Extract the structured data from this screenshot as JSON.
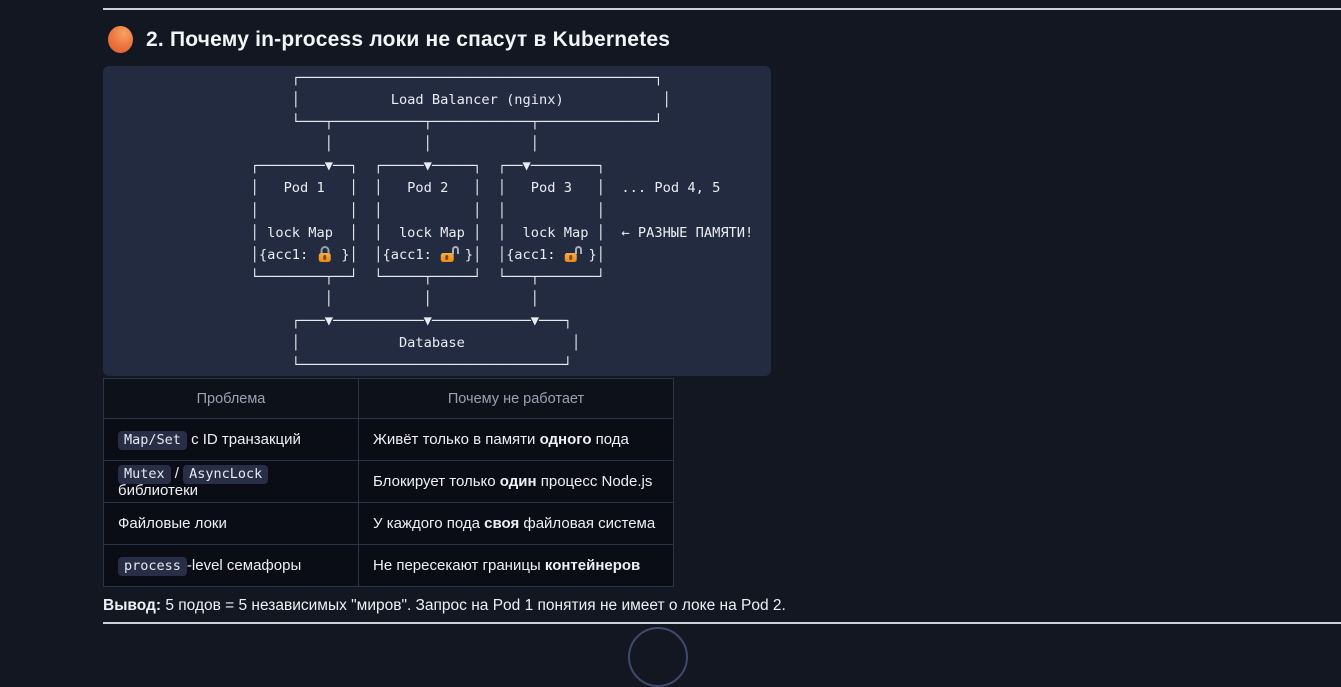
{
  "header": {
    "bullet_icon": "orange-circle",
    "title": "2. Почему in-process локи не спасут в Kubernetes"
  },
  "diagram": {
    "lines": [
      "                    ┌───────────────────────────────────────────┐",
      "                    │           Load Balancer (nginx)            │",
      "                    └───┬───────────┬────────────┬──────────────┘",
      "                        │           │            │",
      "               ┌────────▼──┐  ┌─────▼─────┐  ┌──▼────────┐",
      "               │   Pod 1   │  │   Pod 2   │  │   Pod 3   │  ... Pod 4, 5",
      "               │           │  │           │  │           │",
      "               │ lock Map  │  │  lock Map │  │  lock Map │  ← РАЗНЫЕ ПАМЯТИ!",
      "               │{acc1: 🔒 }│  │{acc1: 🔓 }│  │{acc1: 🔓 }│",
      "               └────────┬──┘  └─────┬─────┘  └───┬───────┘",
      "                        │           │            │",
      "                    ┌───▼───────────▼────────────▼───┐",
      "                    │            Database             │",
      "                    └────────────────────────────────┘"
    ],
    "lock_icons": {
      "closed": "lock-closed-icon",
      "open": "lock-open-icon",
      "body_color": "#ec8a12",
      "shackle_color": "#98a0ad"
    }
  },
  "table": {
    "headers": [
      "Проблема",
      "Почему не работает"
    ],
    "rows": [
      {
        "problem": [
          {
            "style": "code",
            "text": "Map/Set"
          },
          {
            "style": "plain",
            "text": " с ID транзакций"
          }
        ],
        "reason": [
          {
            "style": "plain",
            "text": "Живёт только в памяти "
          },
          {
            "style": "bold",
            "text": "одного"
          },
          {
            "style": "plain",
            "text": " пода"
          }
        ]
      },
      {
        "problem": [
          {
            "style": "code",
            "text": "Mutex"
          },
          {
            "style": "plain",
            "text": " / "
          },
          {
            "style": "code",
            "text": "AsyncLock"
          },
          {
            "style": "plain",
            "text": " библиотеки"
          }
        ],
        "reason": [
          {
            "style": "plain",
            "text": "Блокирует только "
          },
          {
            "style": "bold",
            "text": "один"
          },
          {
            "style": "plain",
            "text": " процесс Node.js"
          }
        ]
      },
      {
        "problem": [
          {
            "style": "plain",
            "text": "Файловые локи"
          }
        ],
        "reason": [
          {
            "style": "plain",
            "text": "У каждого пода "
          },
          {
            "style": "bold",
            "text": "своя"
          },
          {
            "style": "plain",
            "text": " файловая система"
          }
        ]
      },
      {
        "problem": [
          {
            "style": "code",
            "text": "process"
          },
          {
            "style": "plain",
            "text": "-level семафоры"
          }
        ],
        "reason": [
          {
            "style": "plain",
            "text": "Не пересекают границы "
          },
          {
            "style": "bold",
            "text": "контейнеров"
          }
        ]
      }
    ]
  },
  "conclusion": {
    "label": "Вывод:",
    "text": "5 подов = 5 независимых \"миров\". Запрос на Pod 1 понятия не имеет о локе на Pod 2."
  },
  "colors": {
    "page_bg": "#131722",
    "panel_bg": "#232b40",
    "table_cell_bg": "#0a0d15",
    "table_border": "#2b3349",
    "divider": "#ccd0d8",
    "accent_orange": "#e0552a"
  }
}
